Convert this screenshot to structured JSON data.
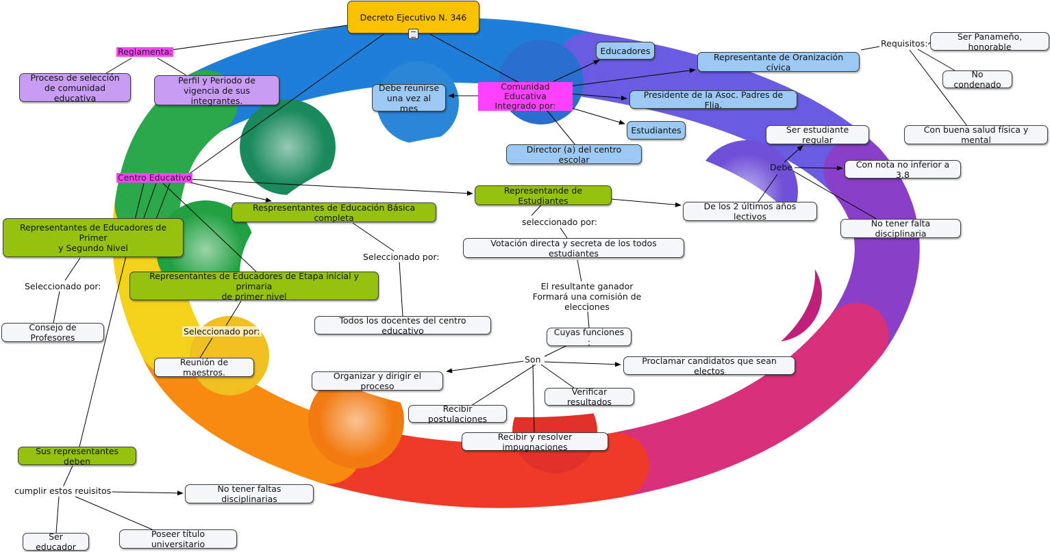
{
  "nodes": {
    "decreto": "Decreto Ejecutivo N. 346",
    "reglamenta": "Reglamenta:",
    "proceso_seleccion": "Proceso de selección de comunidad educativa",
    "perfil_periodo": "Perfil y Periodo de vigencia de sus integrantes.",
    "comunidad": "Comunidad Educativa\nIntegrado por:",
    "debe_reunirse": "Debe reunirse\nuna vez al mes",
    "educadores": "Educadores",
    "rep_civica": "Representante de Oranización cívica",
    "presidente_padres": "Presidente de la Asoc. Padres de Flia.",
    "estudiantes": "Estudiantes",
    "director": "Director (a) del centro escolar",
    "requisitos": "Requisitos:",
    "req_panameno": "Ser Panameño, honorable",
    "req_no_condenado": "No condenado",
    "req_salud": "Con buena salud física y mental",
    "centro": "Centro Educativo",
    "rep_basica": "Respresentantes de Educación Básica completa",
    "rep_estudiantes": "Representande de Estudiantes",
    "debe": "Debe",
    "ser_regular": "Ser estudiante regular",
    "nota": "Con nota no inferior a 3.8",
    "dos_anos": "De los 2 últimos años lectivos",
    "no_falta": "No tener falta disciplinaria",
    "seleccionado_por_est": "seleccionado por:",
    "votacion": "Votación directa y secreta de los todos estudiantes",
    "ganador": "El resultante ganador\nFormará una comisión de elecciones",
    "cuyas_funciones": "Cuyas funciones :",
    "son": "Son",
    "proclamar": "Proclamar candidatos que sean electos",
    "organizar": "Organizar y dirigir el proceso",
    "verificar": "Verificar resultados",
    "recibir_postulaciones": "Recibir postulaciones",
    "recibir_impugnaciones": "Recibir y resolver impugnaciones",
    "seleccionado_basica": "Seleccionado por:",
    "todos_docentes": "Todos los docentes del centro educativo",
    "rep_primer_segundo": "Representantes de Educadores de Primer\ny Segundo Nivel",
    "seleccionado_primer": "Seleccionado por:",
    "consejo": "Consejo de Profesores",
    "rep_etapa": "Representantes de Educadores de Etapa inicial y primaria\nde primer nivel",
    "seleccionado_etapa": "Seleccionado por:",
    "reunion": "Reunión de maestros.",
    "sus_representantes": "Sus representantes deben",
    "cumplir": "cumplir estos reuisitos",
    "no_faltas": "No tener faltas disciplinarias",
    "ser_educador": "Ser educador",
    "titulo": "Poseer título universitario"
  },
  "colors": {
    "gold": "#f8c200",
    "magenta": "#ff40ff",
    "purple": "#c89cf2",
    "blue": "#9cc9f3",
    "green": "#95c20e",
    "plain": "#f4f8fa"
  }
}
